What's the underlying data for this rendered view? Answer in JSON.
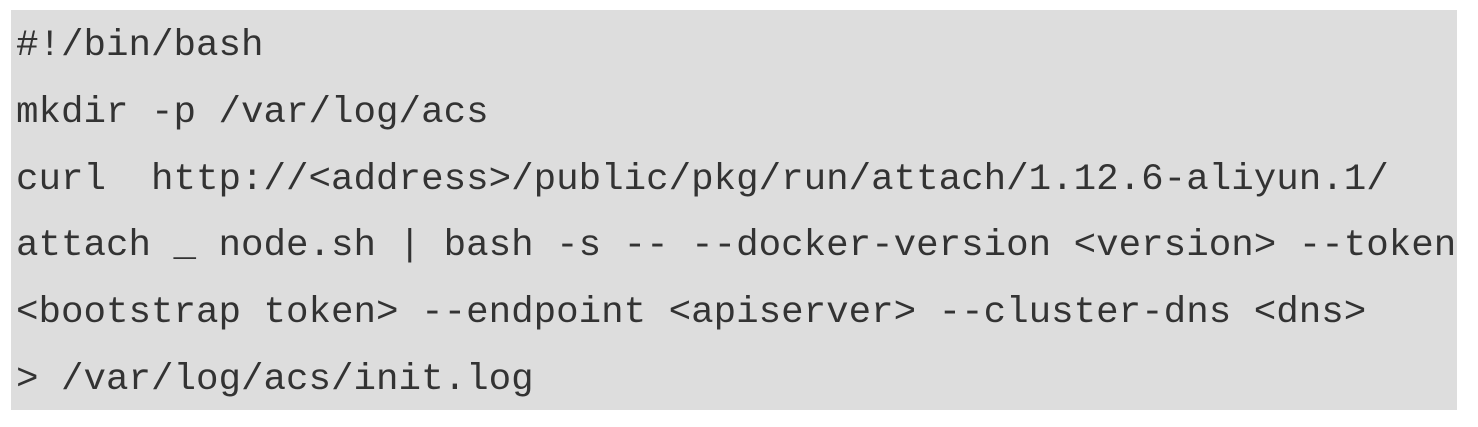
{
  "code_block": {
    "lines": [
      "#!/bin/bash",
      "mkdir -p /var/log/acs",
      "curl  http://<address>/public/pkg/run/attach/1.12.6-aliyun.1/",
      "attach _ node.sh | bash -s -- --docker-version <version> --token",
      "<bootstrap token> --endpoint <apiserver> --cluster-dns <dns>",
      "> /var/log/acs/init.log"
    ]
  }
}
